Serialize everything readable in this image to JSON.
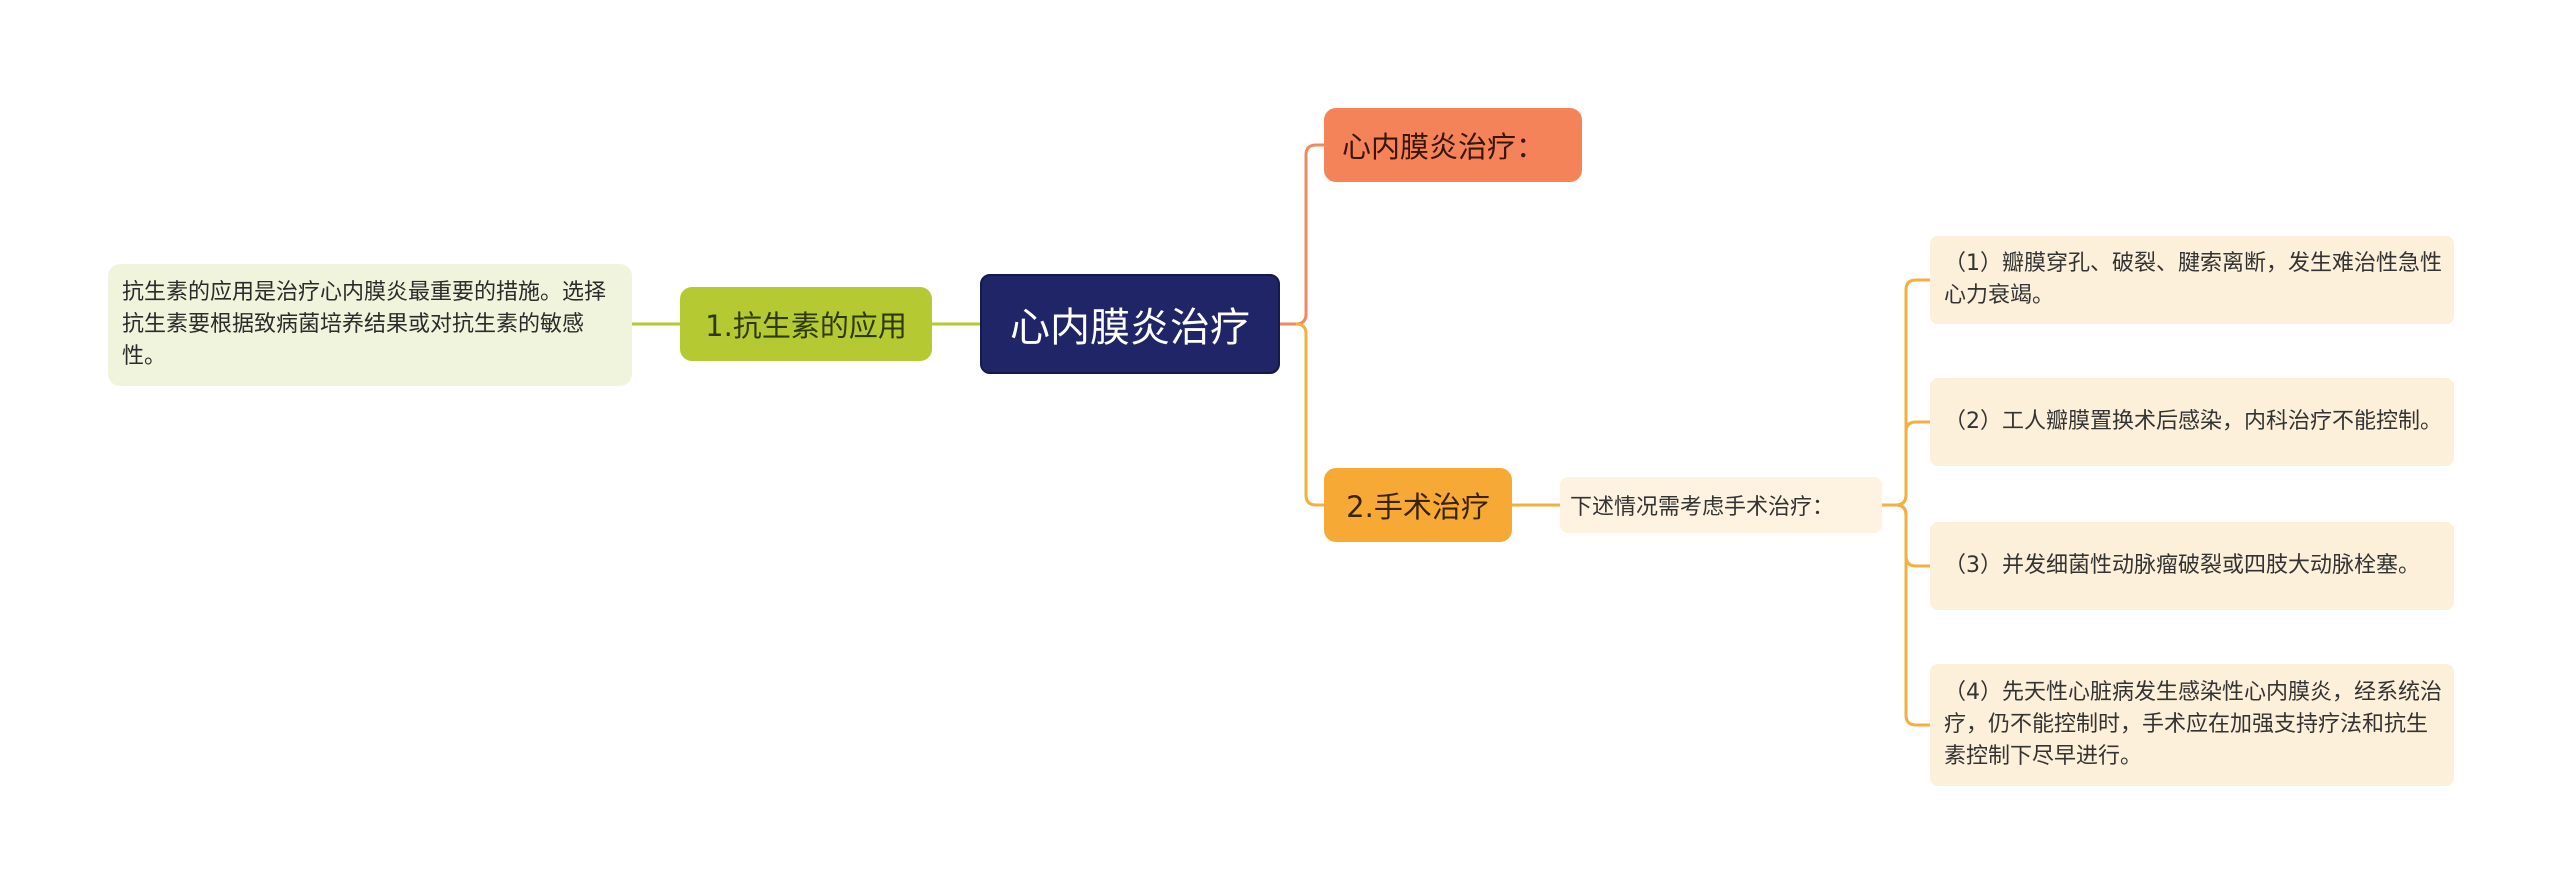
{
  "diagram": {
    "root": {
      "label": "心内膜炎治疗"
    },
    "branch_antibiotic": {
      "label": "1.抗生素的应用",
      "detail": "抗生素的应用是治疗心内膜炎最重要的措施。选择抗生素要根据致病菌培养结果或对抗生素的敏感性。"
    },
    "branch_treatment": {
      "label": "心内膜炎治疗："
    },
    "branch_surgery": {
      "label": "2.手术治疗",
      "condition": "下述情况需考虑手术治疗：",
      "items": [
        "（1）瓣膜穿孔、破裂、腱索离断，发生难治性急性心力衰竭。",
        "（2）工人瓣膜置换术后感染，内科治疗不能控制。",
        "（3）并发细菌性动脉瘤破裂或四肢大动脉栓塞。",
        "（4）先天性心脏病发生感染性心内膜炎，经系统治疗，仍不能控制时，手术应在加强支持疗法和抗生素控制下尽早进行。"
      ]
    },
    "colors": {
      "root": "#1f2566",
      "antibiotic": "#b5c932",
      "antibiotic_detail": "#f0f4dc",
      "treatment": "#f5835a",
      "surgery": "#f6a934",
      "surgery_detail": "#fdf0da",
      "connector_green": "#b5c932",
      "connector_orange_red": "#f08a5d",
      "connector_orange": "#f3b041"
    }
  }
}
